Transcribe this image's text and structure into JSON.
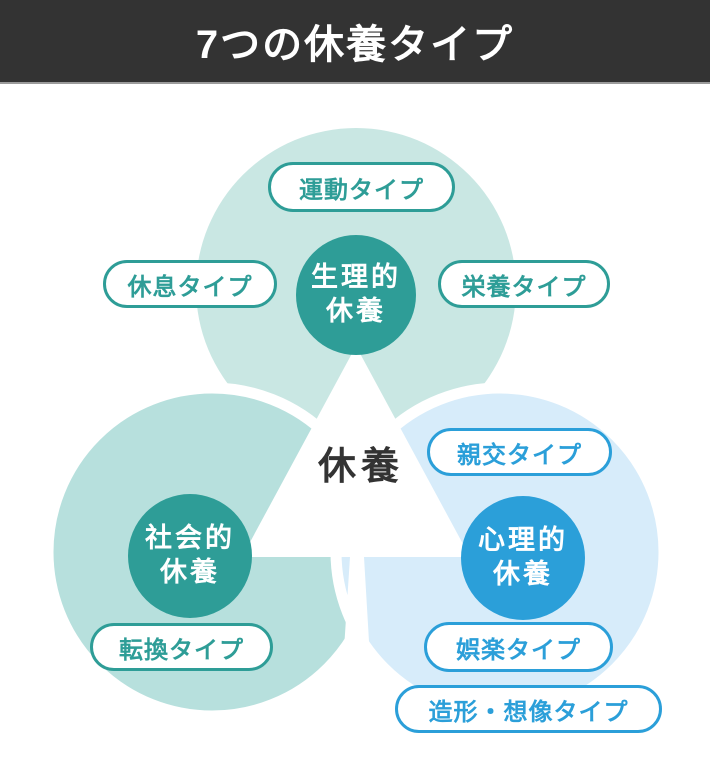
{
  "header": {
    "title": "7つの休養タイプ"
  },
  "diagram": {
    "center_label": "休養",
    "groups": {
      "physiological": {
        "line1": "生理的",
        "line2": "休養"
      },
      "social": {
        "line1": "社会的",
        "line2": "休養"
      },
      "psychological": {
        "line1": "心理的",
        "line2": "休養"
      }
    },
    "types": {
      "exercise": "運動タイプ",
      "rest": "休息タイプ",
      "nutrition": "栄養タイプ",
      "friendship": "親交タイプ",
      "switching": "転換タイプ",
      "entertainment": "娯楽タイプ",
      "creative_imagination": "造形・想像タイプ"
    },
    "colors": {
      "header_bg": "#333333",
      "teal_accent": "#2e9d97",
      "blue_accent": "#2b9fd9",
      "top_circle_fill": "#c9e7e3",
      "left_circle_fill": "#b7e0dd",
      "right_circle_fill": "#d7ecfa",
      "center_text": "#333333"
    }
  }
}
